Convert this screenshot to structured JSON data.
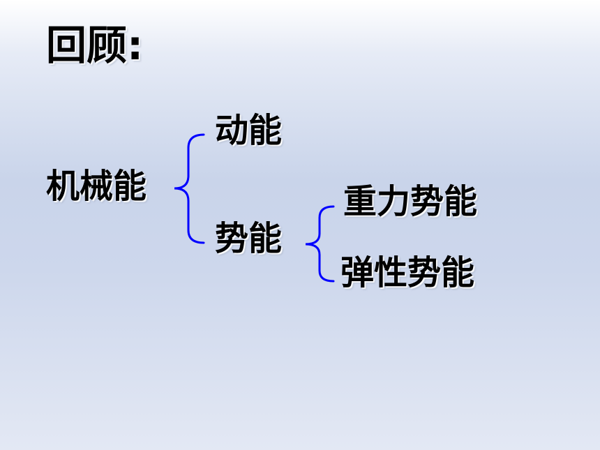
{
  "title": "回顾:",
  "tree": {
    "root": "机械能",
    "level1": {
      "kinetic": "动能",
      "potential": "势能"
    },
    "level2": {
      "gravitational": "重力势能",
      "elastic": "弹性势能"
    }
  },
  "colors": {
    "brace": "#0000ff",
    "text": "#000000"
  }
}
